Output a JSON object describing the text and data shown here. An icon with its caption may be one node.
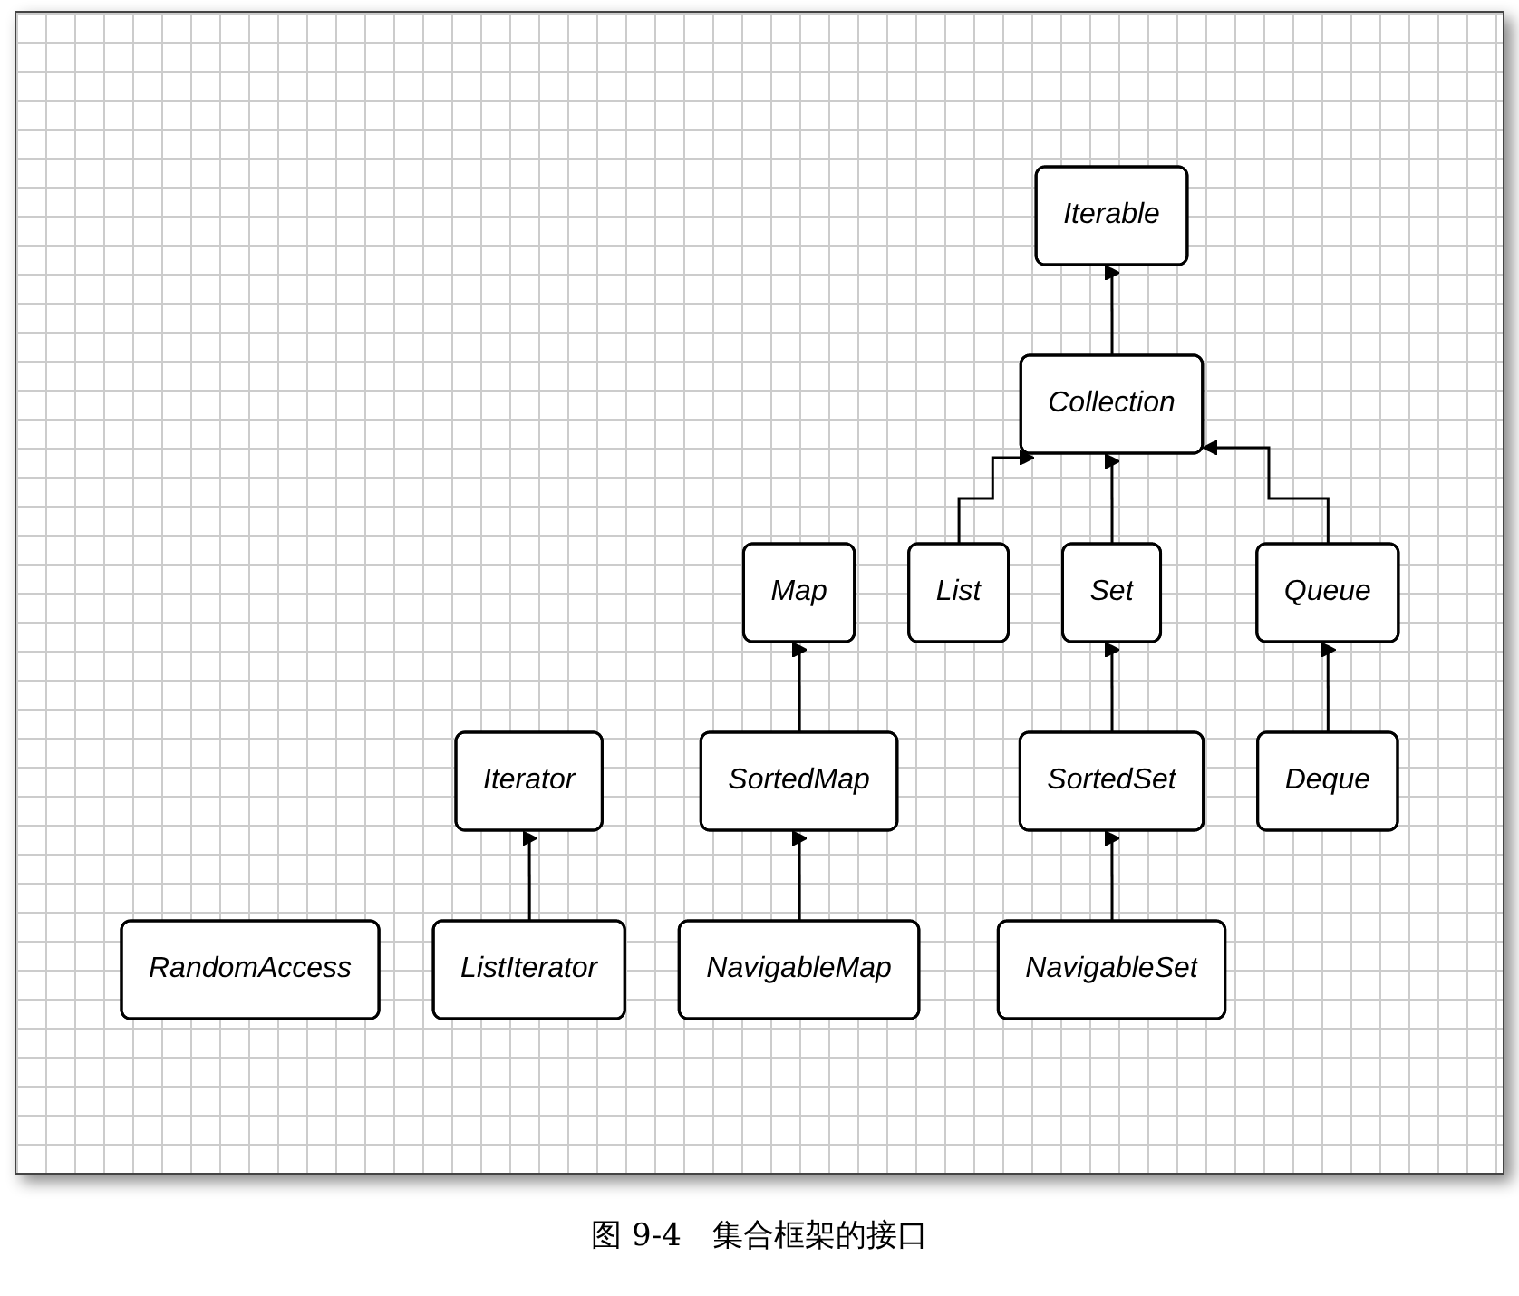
{
  "diagram": {
    "caption": "图 9-4　集合框架的接口",
    "nodes": [
      {
        "text": [
          "Iterable"
        ]
      },
      {
        "text": [
          "Collection"
        ]
      },
      {
        "text": [
          "Map"
        ]
      },
      {
        "text": [
          "Iterator"
        ]
      },
      {
        "text": [
          "RandomAccess"
        ]
      },
      {
        "text": [
          "List"
        ]
      },
      {
        "text": [
          "Set"
        ]
      },
      {
        "text": [
          "Queue"
        ]
      },
      {
        "text": [
          "SortedMap"
        ]
      },
      {
        "text": [
          "ListIterator"
        ]
      },
      {
        "text": [
          "SortedSet"
        ]
      },
      {
        "text": [
          "Deque"
        ]
      },
      {
        "text": [
          "NavigableMap"
        ]
      },
      {
        "text": [
          "NavigableSet"
        ]
      }
    ],
    "edges": [
      {
        "from": 1,
        "to": 0,
        "arrow": "to"
      },
      {
        "from": 5,
        "to": 1,
        "arrow": "to"
      },
      {
        "from": 6,
        "to": 1,
        "arrow": "to"
      },
      {
        "from": 7,
        "to": 1,
        "arrow": "to"
      },
      {
        "from": 8,
        "to": 2,
        "arrow": "to"
      },
      {
        "from": 9,
        "to": 3,
        "arrow": "to"
      },
      {
        "from": 10,
        "to": 6,
        "arrow": "to"
      },
      {
        "from": 11,
        "to": 7,
        "arrow": "to"
      },
      {
        "from": 12,
        "to": 8,
        "arrow": "to"
      },
      {
        "from": 13,
        "to": 10,
        "arrow": "to"
      }
    ]
  }
}
